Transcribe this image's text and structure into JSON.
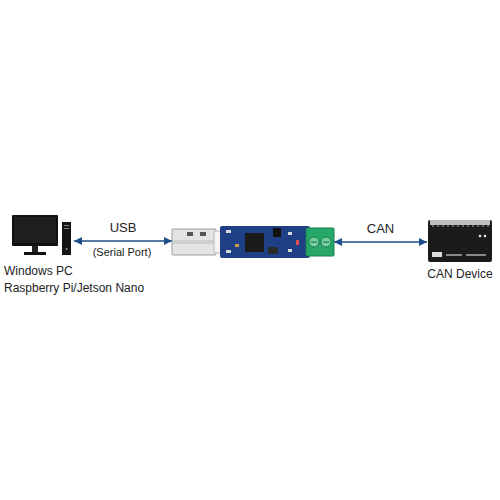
{
  "diagram": {
    "nodes": [
      {
        "text": [
          "Windows PC",
          "Raspberry Pi/Jetson Nano"
        ]
      },
      {
        "text": []
      },
      {
        "text": [
          "CAN Device"
        ]
      }
    ],
    "edges": [
      {
        "from": 0,
        "to": 1,
        "label": "USB",
        "arrow": "both"
      },
      {
        "from": 1,
        "to": 2,
        "label": "CAN",
        "arrow": "both"
      }
    ],
    "labels": [
      "(Serial Port)"
    ]
  }
}
